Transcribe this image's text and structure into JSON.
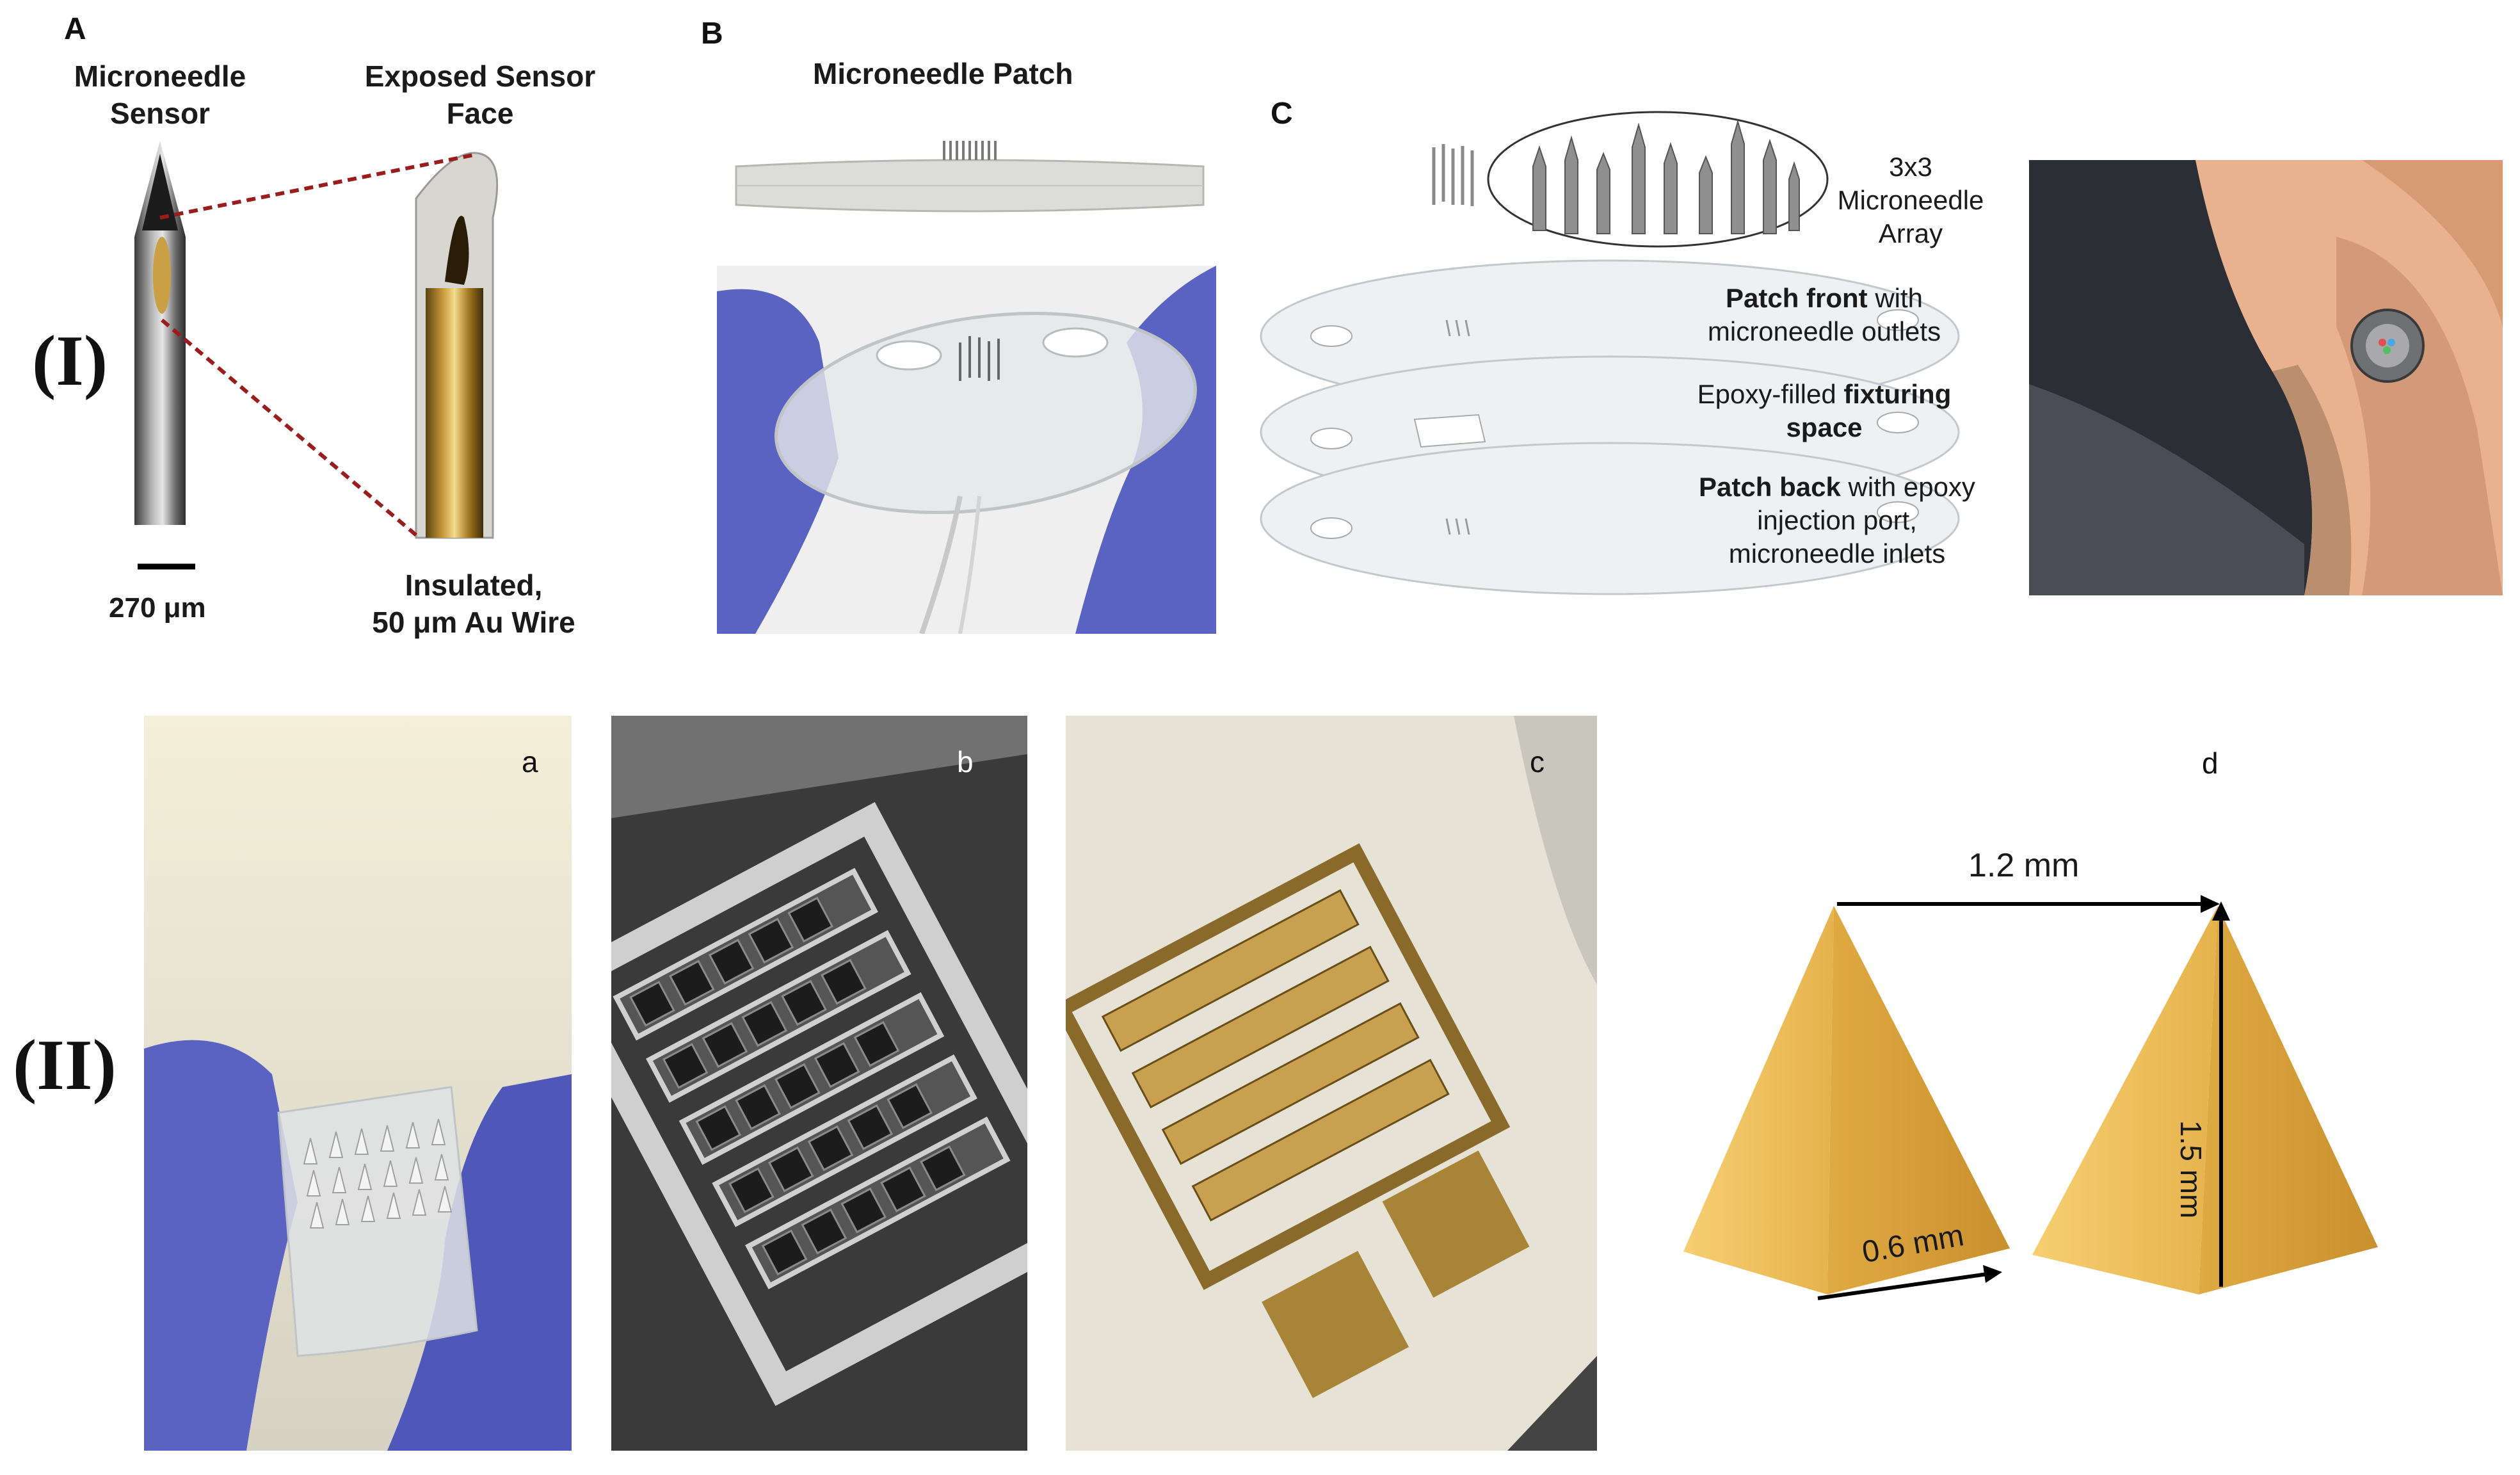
{
  "row1": {
    "roman": "(I)",
    "panelA": {
      "letter": "A",
      "label_left": [
        "Microneedle",
        "Sensor"
      ],
      "label_right": [
        "Exposed Sensor",
        "Face"
      ],
      "scale": "270 μm",
      "wire": [
        "Insulated,",
        "50 μm Au Wire"
      ]
    },
    "panelB": {
      "letter": "B",
      "title": "Microneedle Patch"
    },
    "panelC": {
      "letter": "C",
      "array": [
        "3x3",
        "Microneedle",
        "Array"
      ],
      "front_bold": "Patch front",
      "front_rest": " with",
      "front_line2": "microneedle outlets",
      "fix_pre": "Epoxy-filled ",
      "fix_bold": "fixturing",
      "fix_line2": "space",
      "back_bold": "Patch back",
      "back_rest": " with epoxy",
      "back_line2": "injection port,",
      "back_line3": "microneedle inlets"
    }
  },
  "row2": {
    "roman": "(II)",
    "labels": {
      "a": "a",
      "b": "b",
      "c": "c",
      "d": "d"
    },
    "dims": {
      "width": "1.2 mm",
      "height": "1.5 mm",
      "base": "0.6 mm"
    }
  },
  "colors": {
    "glove": "#5a63c2",
    "gold": "#e8b64a",
    "arrow": "#000000",
    "dash": "#9b1c1c"
  }
}
